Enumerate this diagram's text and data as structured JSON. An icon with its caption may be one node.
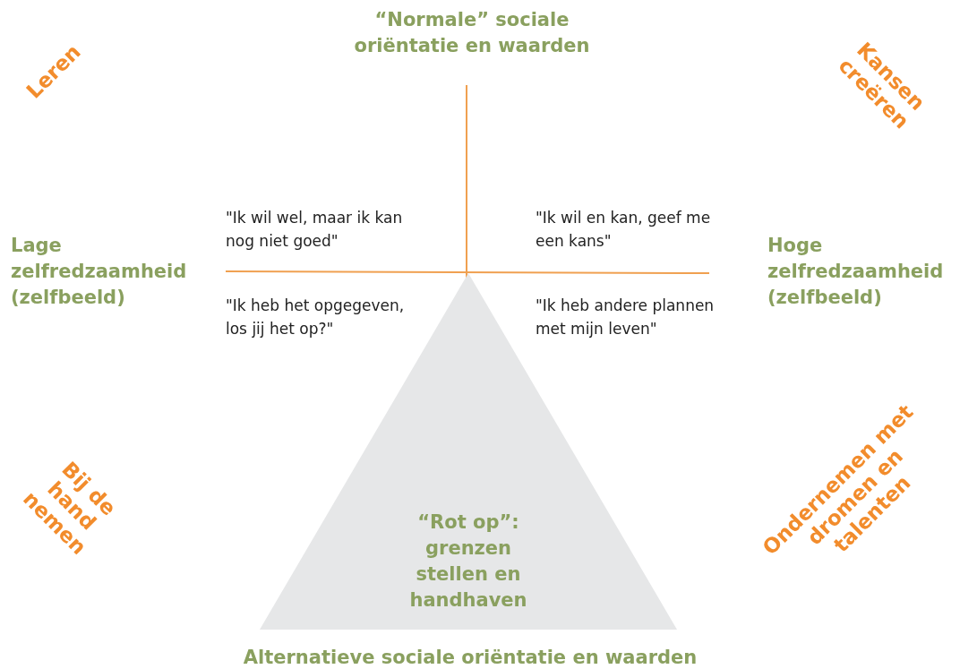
{
  "diagram": {
    "nodes": [
      {
        "text": [
          "“Rot op”: grenzen stellen en handhaven"
        ]
      }
    ],
    "labels": [
      "“Normale” sociale oriëntatie en waarden",
      "Leren",
      "Kansen creëren",
      "\"Ik wil wel, maar ik kan nog niet goed\"",
      "\"Ik wil en kan, geef me een kans\"",
      "Lage zelfredzaamheid (zelfbeeld)",
      "Hoge zelfredzaamheid (zelfbeeld)",
      "\"Ik heb het opgegeven, los jij het op?\"",
      "\"Ik heb andere plannen met mijn leven\"",
      "Bij de hand nemen",
      "Ondernemen met dromen en talenten",
      "Alternatieve sociale oriëntatie en waarden"
    ]
  }
}
